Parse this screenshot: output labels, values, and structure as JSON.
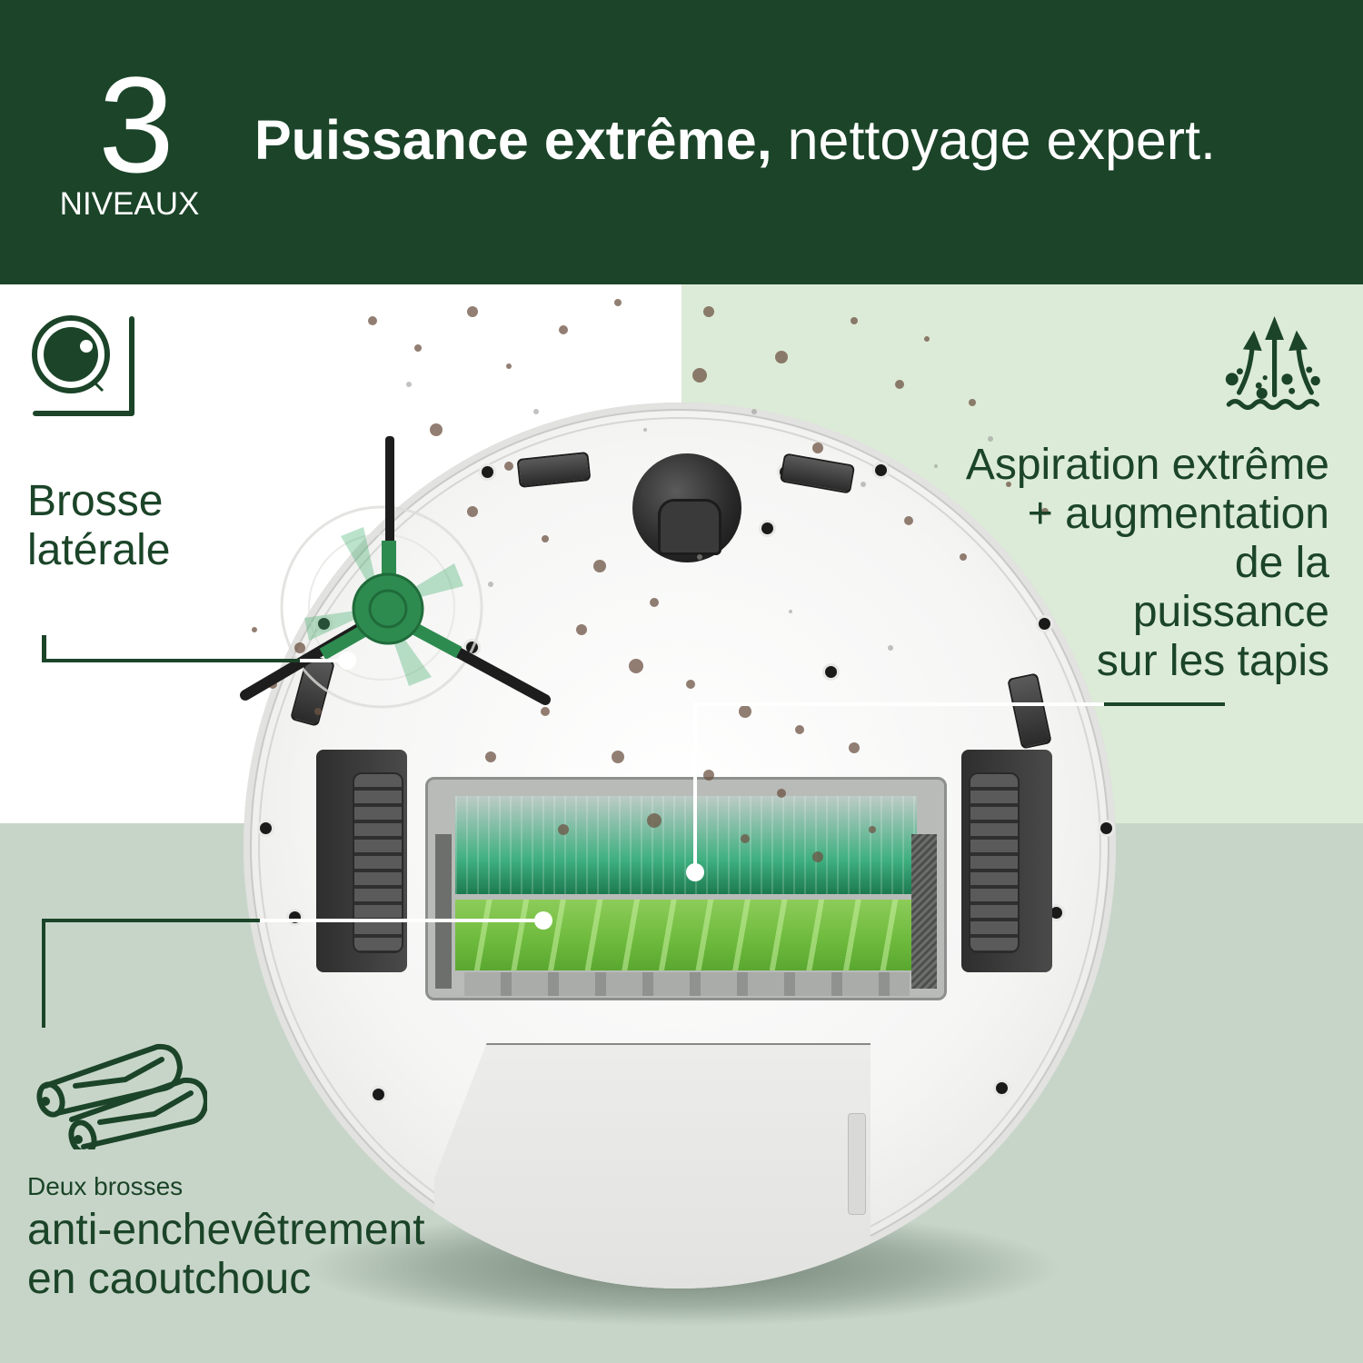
{
  "header": {
    "badge_number": "3",
    "badge_label": "NIVEAUX",
    "headline_strong": "Puissance extrême,",
    "headline_light": " nettoyage expert."
  },
  "features": {
    "side_brush": {
      "icon": "side-brush-corner-icon",
      "lines": [
        "Brosse",
        "latérale"
      ]
    },
    "suction": {
      "icon": "suction-airflow-icon",
      "lines": [
        "Aspiration extrême",
        "+ augmentation",
        "de la",
        "puissance",
        "sur les tapis"
      ]
    },
    "rubber_brushes": {
      "icon": "dual-roller-brushes-icon",
      "intro": "Deux brosses",
      "lines": [
        "anti-enchevêtrement",
        "en caoutchouc"
      ]
    }
  },
  "colors": {
    "brand_dark_green": "#1b4428",
    "header_text": "#ffffff",
    "bg_white": "#ffffff",
    "bg_mint": "#dcebd7",
    "bg_sage": "#c7d5c9",
    "brush_green": "#2e8b4f",
    "roller_light_green": "#7cc24a"
  }
}
